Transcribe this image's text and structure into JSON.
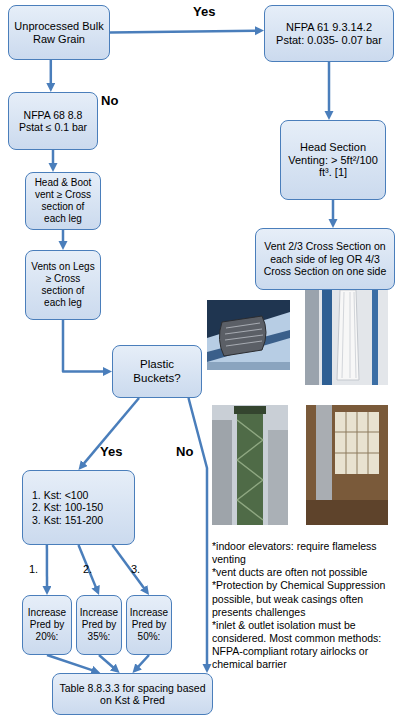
{
  "diagram": {
    "nodes": [
      {
        "text": [
          "Unprocessed Bulk Raw Grain"
        ]
      },
      {
        "text": [
          "NFPA 61 9.3.14.2",
          "Pstat: 0.035- 0.07 bar"
        ]
      },
      {
        "text": [
          "NFPA 68 8.8",
          "Pstat ≤ 0.1 bar"
        ]
      },
      {
        "text": [
          "Head Section",
          "Venting: > 5ft²/100 ft³. [1]"
        ]
      },
      {
        "text": [
          "Head & Boot vent ≥ Cross section of each leg"
        ]
      },
      {
        "text": [
          "Vent 2/3 Cross Section on each side of leg OR 4/3 Cross Section on one side"
        ]
      },
      {
        "text": [
          "Vents on Legs ≥ Cross section of each leg"
        ]
      },
      {
        "text": [
          "Plastic Buckets?"
        ]
      },
      {
        "text": [
          "1. Kst: <100",
          "2. Kst: 100-150",
          "3. Kst: 151-200"
        ]
      },
      {
        "text": [
          "Increase Pred by 20%:"
        ]
      },
      {
        "text": [
          "Increase Pred by 35%:"
        ]
      },
      {
        "text": [
          "Increase Pred by 50%:"
        ]
      },
      {
        "text": [
          "Table 8.8.3.3 for spacing based on Kst & Pred"
        ]
      }
    ],
    "edges": [
      {
        "from": 0,
        "to": 1,
        "arrow": "to",
        "label": "Yes"
      },
      {
        "from": 0,
        "to": 2,
        "arrow": "to",
        "label": "No"
      },
      {
        "from": 1,
        "to": 3,
        "arrow": "to"
      },
      {
        "from": 3,
        "to": 5,
        "arrow": "to"
      },
      {
        "from": 2,
        "to": 4,
        "arrow": "to"
      },
      {
        "from": 4,
        "to": 6,
        "arrow": "to"
      },
      {
        "from": 6,
        "to": 7,
        "arrow": "to"
      },
      {
        "from": 7,
        "to": 8,
        "arrow": "to",
        "label": "Yes"
      },
      {
        "from": 7,
        "to": 12,
        "arrow": "to",
        "label": "No"
      },
      {
        "from": 8,
        "to": 9,
        "arrow": "to",
        "label": "1."
      },
      {
        "from": 8,
        "to": 10,
        "arrow": "to",
        "label": "2."
      },
      {
        "from": 8,
        "to": 11,
        "arrow": "to",
        "label": "3."
      },
      {
        "from": 9,
        "to": 12,
        "arrow": "to"
      },
      {
        "from": 10,
        "to": 12,
        "arrow": "to"
      },
      {
        "from": 11,
        "to": 12,
        "arrow": "to"
      }
    ],
    "labels": [
      "*indoor elevators: require flameless venting",
      "*vent ducts are often not possible",
      "*Protection by Chemical Suppression possible, but weak casings often presents challenges",
      "*inlet & outlet isolation must be considered. Most common methods: NFPA-compliant rotary airlocks or chemical barrier"
    ]
  }
}
